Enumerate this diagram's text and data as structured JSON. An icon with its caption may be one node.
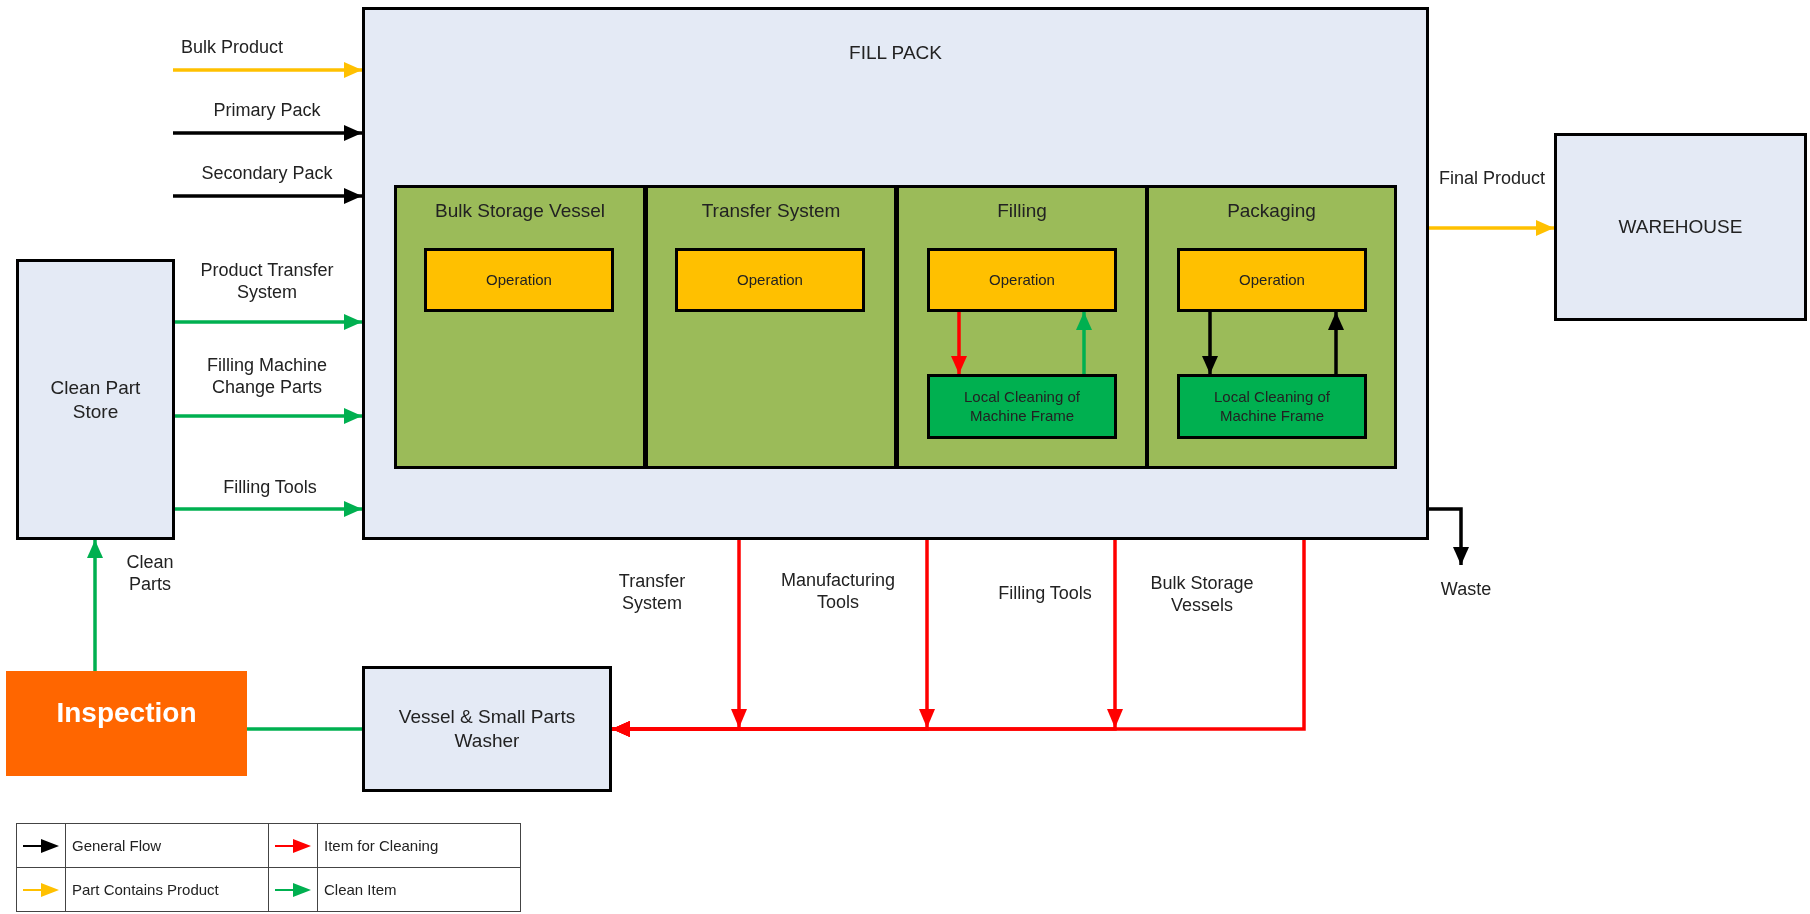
{
  "diagram": {
    "nodes": [
      {
        "text": [
          "FILL PACK"
        ]
      },
      {
        "text": [
          "Bulk Storage Vessel"
        ],
        "in": 0
      },
      {
        "text": [
          "Operation"
        ],
        "in": 1
      },
      {
        "text": [
          "Transfer System"
        ],
        "in": 0
      },
      {
        "text": [
          "Operation"
        ],
        "in": 3
      },
      {
        "text": [
          "Filling"
        ],
        "in": 0
      },
      {
        "text": [
          "Operation"
        ],
        "in": 5
      },
      {
        "text": [
          "Local Cleaning of Machine Frame"
        ],
        "in": 5
      },
      {
        "text": [
          "Packaging"
        ],
        "in": 0
      },
      {
        "text": [
          "Operation"
        ],
        "in": 8
      },
      {
        "text": [
          "Local Cleaning of Machine Frame"
        ],
        "in": 8
      },
      {
        "text": [
          "Clean Part Store"
        ]
      },
      {
        "text": [
          "WAREHOUSE"
        ]
      },
      {
        "text": [
          "Inspection"
        ]
      },
      {
        "text": [
          "Vessel & Small Parts Washer"
        ]
      }
    ],
    "edges": [
      {
        "from": null,
        "to": 0,
        "arrow": "to",
        "label": "Bulk Product",
        "color": "#ffc000"
      },
      {
        "from": null,
        "to": 0,
        "arrow": "to",
        "label": "Primary Pack",
        "color": "#000000"
      },
      {
        "from": null,
        "to": 0,
        "arrow": "to",
        "label": "Secondary Pack",
        "color": "#000000"
      },
      {
        "from": 11,
        "to": 0,
        "arrow": "to",
        "label": "Product Transfer System",
        "color": "#00b050"
      },
      {
        "from": 11,
        "to": 0,
        "arrow": "to",
        "label": "Filling Machine Change Parts",
        "color": "#00b050"
      },
      {
        "from": 11,
        "to": 0,
        "arrow": "to",
        "label": "Filling Tools",
        "color": "#00b050"
      },
      {
        "from": 0,
        "to": 12,
        "arrow": "to",
        "label": "Final Product",
        "color": "#ffc000"
      },
      {
        "from": 0,
        "to": null,
        "arrow": "to",
        "label": "Waste",
        "color": "#000000"
      },
      {
        "from": 6,
        "to": 7,
        "arrow": "to",
        "color": "#ff0000"
      },
      {
        "from": 7,
        "to": 6,
        "arrow": "to",
        "color": "#00b050"
      },
      {
        "from": 9,
        "to": 10,
        "arrow": "to",
        "color": "#000000"
      },
      {
        "from": 10,
        "to": 9,
        "arrow": "to",
        "color": "#000000"
      },
      {
        "from": 0,
        "to": 14,
        "arrow": "to",
        "label": "Transfer System",
        "color": "#ff0000"
      },
      {
        "from": 0,
        "to": 14,
        "arrow": "to",
        "label": "Manufacturing Tools",
        "color": "#ff0000"
      },
      {
        "from": 0,
        "to": 14,
        "arrow": "to",
        "label": "Filling Tools",
        "color": "#ff0000"
      },
      {
        "from": 0,
        "to": 14,
        "arrow": "to",
        "label": "Bulk Storage Vessels",
        "color": "#ff0000"
      },
      {
        "from": 13,
        "to": 11,
        "arrow": "to",
        "label": "Clean Parts",
        "color": "#00b050"
      },
      {
        "from": 14,
        "to": 13,
        "arrow": "none",
        "color": "#00b050"
      }
    ],
    "legend": [
      {
        "text": "General Flow",
        "color": "#000000"
      },
      {
        "text": "Item for Cleaning",
        "color": "#ff0000"
      },
      {
        "text": "Part Contains Product",
        "color": "#ffc000"
      },
      {
        "text": "Clean Item",
        "color": "#00b050"
      }
    ]
  }
}
